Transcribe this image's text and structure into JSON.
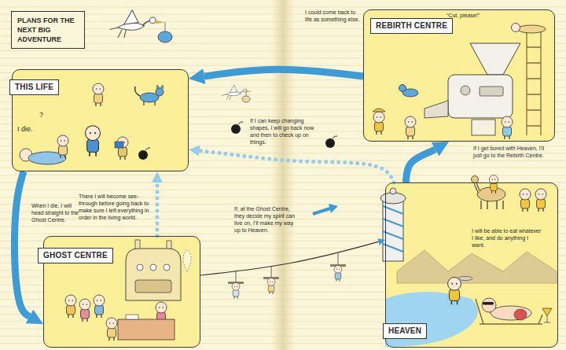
{
  "diagram": {
    "title": "PLANS FOR THE NEXT BIG ADVENTURE",
    "nodes": [
      {
        "text": [
          "THIS LIFE",
          "I die.",
          "?"
        ]
      },
      {
        "text": [
          "GHOST CENTRE"
        ]
      },
      {
        "text": [
          "REBIRTH CENTRE",
          "“Cut, please!”"
        ]
      },
      {
        "text": [
          "HEAVEN"
        ]
      }
    ],
    "edges": [
      {
        "from": 0,
        "to": 1,
        "arrow": "to"
      },
      {
        "from": 1,
        "to": 0,
        "arrow": "to"
      },
      {
        "from": 1,
        "to": 3,
        "arrow": "to"
      },
      {
        "from": 3,
        "to": 0,
        "arrow": "to"
      },
      {
        "from": 3,
        "to": 2,
        "arrow": "to"
      },
      {
        "from": 2,
        "to": 0,
        "arrow": "to"
      }
    ],
    "labels": [
      "I could come back to life as something else.",
      "If I can keep changing shapes, I will go back now and then to check up on things.",
      "If I get bored with Heaven, I'll just go to the Rebirth Centre.",
      "When I die, I will head straight to the Ghost Centre.",
      "There I will become see-through before going back to make sure I left everything in order in the living world.",
      "If, at the Ghost Centre, they decide my spirit can live on, I'll make my way up to Heaven.",
      "I will be able to eat whatever I like, and do anything I want."
    ]
  }
}
